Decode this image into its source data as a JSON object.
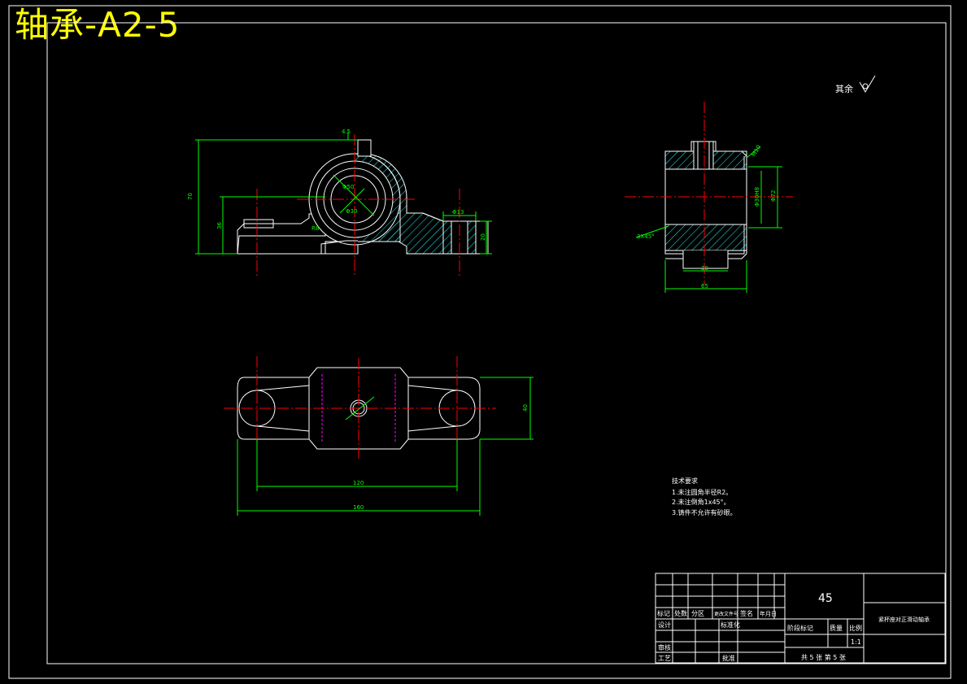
{
  "drawing": {
    "title": "轴承-A2-5",
    "surface_note": "其余",
    "material": "45",
    "part_name": "紧杯座对正滑动轴承",
    "scale": "1:1",
    "sheets": "共 5 张  第 5 张",
    "tech_req_title": "技术要求",
    "tech_req": [
      "1.未注圆角半径R2。",
      "2.未注倒角1x45°。",
      "3.铸件不允许有砂眼。"
    ],
    "table_header": [
      "标记",
      "处数",
      "分区",
      "更改文件号",
      "签名",
      "年月日"
    ],
    "designer_label": "设计",
    "standard_label": "标准化",
    "reviewer_label": "审核",
    "process_label": "工艺",
    "approve_label": "批准",
    "stage_headers": [
      "阶段标记",
      "质量",
      "比例"
    ]
  },
  "dimensions": {
    "front_total_h": "70",
    "front_center_h": "36",
    "front_top": "4.5",
    "front_bore_outer": "Φ50",
    "front_bore_inner": "Φ30",
    "front_fillet": "R8",
    "front_slot_w": "Φ13",
    "front_slot_h": "20",
    "side_width": "65",
    "side_inner": "30",
    "side_dia": "Φ72",
    "side_bore": "Φ30H8",
    "side_chamfer": "3X45°",
    "side_mark": "M10",
    "plan_width": "40",
    "plan_hole_spacing": "120",
    "plan_total": "160"
  },
  "colors": {
    "outline": "#ffffff",
    "dim": "#00ff00",
    "center": "#ff0000",
    "hatch": "#00ffff",
    "hidden": "#ff00ff",
    "title": "#ffff00"
  }
}
